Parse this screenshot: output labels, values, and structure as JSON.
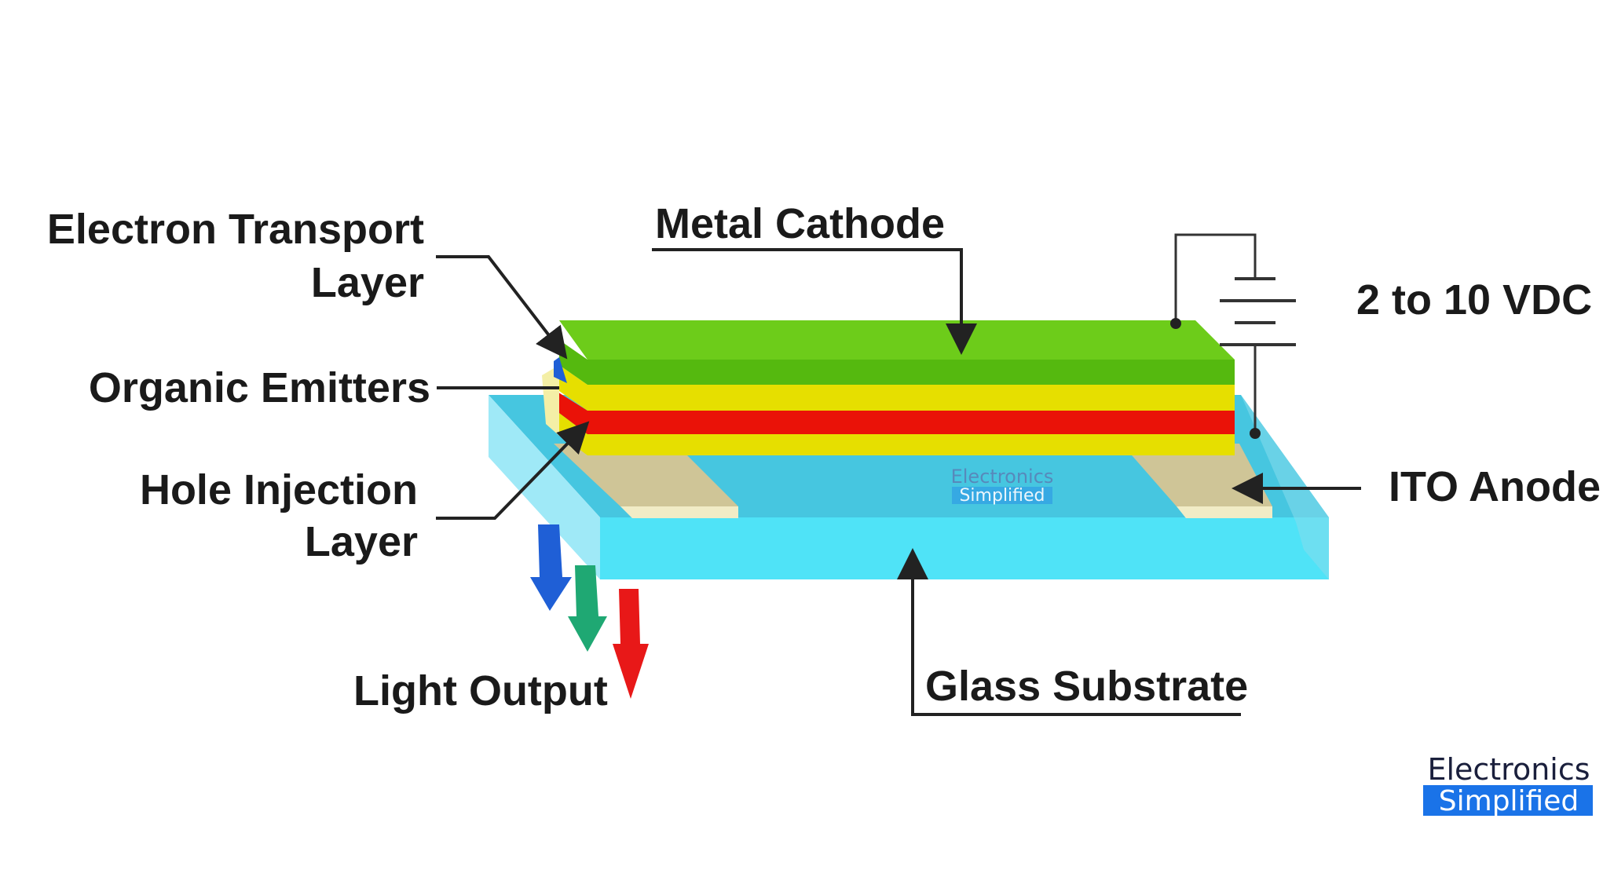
{
  "labels": {
    "electron_transport_line1": "Electron Transport",
    "electron_transport_line2": "Layer",
    "organic_emitters": "Organic Emitters",
    "hole_injection_line1": "Hole Injection",
    "hole_injection_line2": "Layer",
    "light_output": "Light Output",
    "metal_cathode": "Metal Cathode",
    "voltage": "2 to 10 VDC",
    "ito_anode": "ITO Anode",
    "glass_substrate": "Glass Substrate"
  },
  "watermark": {
    "center_line1": "Electronics",
    "center_line2": "Simplified",
    "logo_line1": "Electronics",
    "logo_line2": "Simplified"
  },
  "colors": {
    "cathode_green": "#55b90f",
    "cathode_green_top": "#6dcc1a",
    "transport_yellow": "#e6df00",
    "emitter_red": "#ea1208",
    "glass_cyan": "#4fe3f7",
    "glass_top": "#46c6e0",
    "ito_tan": "#cfc597",
    "logo_blue": "#1a73e8",
    "light_blue": "#1f5fd6",
    "light_green": "#1fa873",
    "light_red": "#e81818"
  }
}
